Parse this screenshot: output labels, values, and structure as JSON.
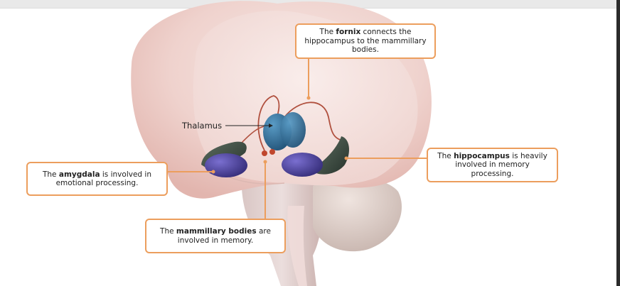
{
  "labels": {
    "thalamus": "Thalamus"
  },
  "callouts": {
    "fornix": {
      "pre": "The ",
      "bold": "fornix",
      "post": " connects the hippocampus to the mammillary bodies."
    },
    "hippocampus": {
      "pre": "The ",
      "bold": "hippocampus",
      "post": " is heavily involved in memory processing."
    },
    "amygdala": {
      "pre": "The ",
      "bold": "amygdala",
      "post": " is involved in emotional processing."
    },
    "mammillary": {
      "pre": "The ",
      "bold": "mammillary bodies",
      "post": " are involved in memory."
    }
  },
  "colors": {
    "callout_border": "#ec9e5d",
    "brain_outer": "#ecc8c2",
    "brain_inner": "#f6e4e1",
    "thalamus": "#2e6a96",
    "amygdala": "#4a3f9a",
    "hippocampus": "#3d4c42",
    "fornix": "#b0503e"
  }
}
